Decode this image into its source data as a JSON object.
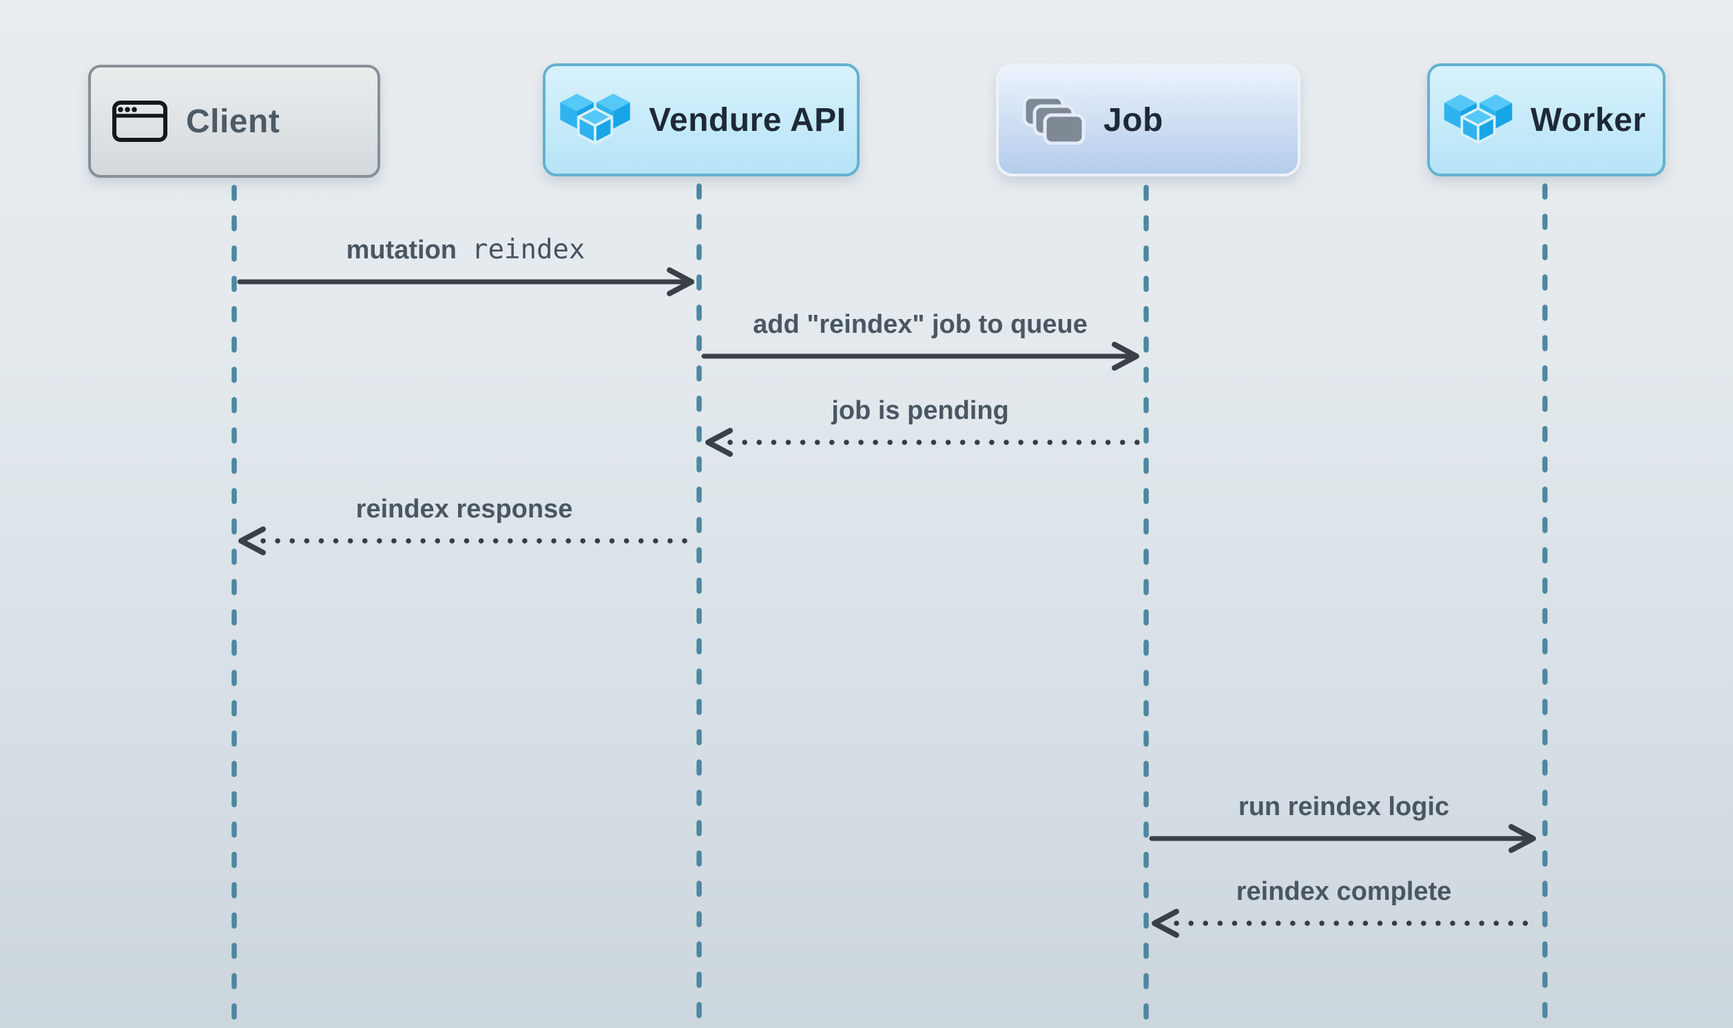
{
  "diagram": {
    "type": "sequence-diagram",
    "actors": [
      {
        "name": "Client",
        "icon": "browser-window-icon"
      },
      {
        "name": "Vendure API",
        "icon": "vendure-logo-icon"
      },
      {
        "name": "Job",
        "icon": "stacked-cards-icon"
      },
      {
        "name": "Worker",
        "icon": "vendure-logo-icon"
      }
    ],
    "messages": [
      {
        "from": "Client",
        "to": "Vendure API",
        "text": "mutation",
        "code": "reindex",
        "line": "solid"
      },
      {
        "from": "Vendure API",
        "to": "Job",
        "text": "add \"reindex\" job to queue",
        "line": "solid"
      },
      {
        "from": "Job",
        "to": "Vendure API",
        "text": "job is pending",
        "line": "dotted"
      },
      {
        "from": "Vendure API",
        "to": "Client",
        "text": "reindex response",
        "line": "dotted"
      },
      {
        "from": "Job",
        "to": "Worker",
        "text": "run reindex logic",
        "line": "solid"
      },
      {
        "from": "Worker",
        "to": "Job",
        "text": "reindex complete",
        "line": "dotted"
      }
    ],
    "colors": {
      "background_top": "#e9edf0",
      "background_bottom": "#ccd6dd",
      "lifeline": "#4d87a0",
      "arrow": "#3a4046",
      "message_text": "#4a5763",
      "client_box_border": "#878f97",
      "client_box_text": "#4e5b66",
      "blue_box_border": "#65b1ce",
      "blue_box_top": "#d8f2fc",
      "blue_box_bottom": "#b6e4f7",
      "job_box_top": "#ecf3fc",
      "job_box_bottom": "#b4cceb",
      "dark_box_text": "#1e2938",
      "vendure_cube_top": "#55c8f8",
      "vendure_cube_left": "#2eb3ee",
      "vendure_cube_right": "#18a5e6",
      "job_card_gray": "#7e8994"
    }
  }
}
